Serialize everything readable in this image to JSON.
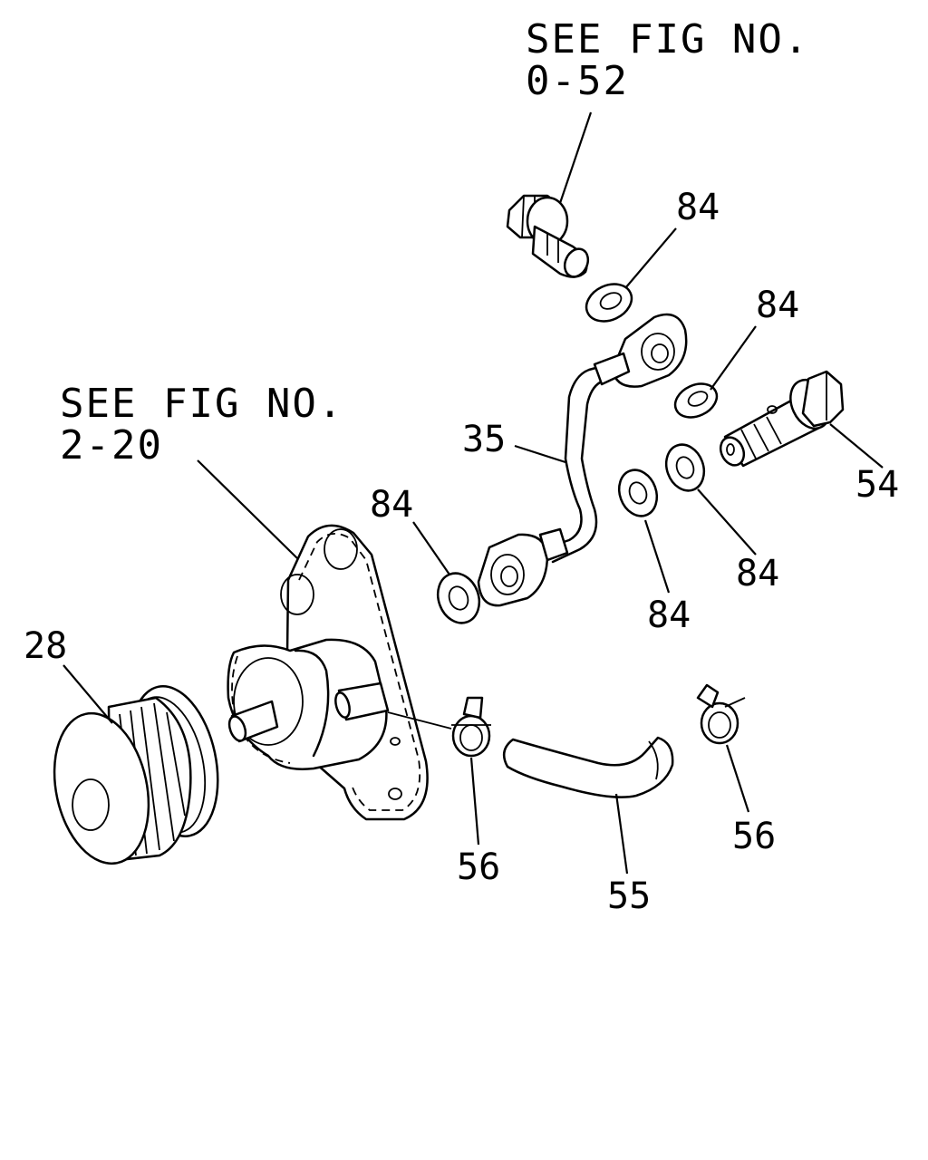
{
  "references": {
    "top": {
      "line1": "SEE FIG NO.",
      "line2": "0-52"
    },
    "left": {
      "line1": "SEE FIG NO.",
      "line2": "2-20"
    }
  },
  "callouts": [
    "84",
    "84",
    "35",
    "84",
    "54",
    "84",
    "84",
    "28",
    "56",
    "55",
    "56"
  ]
}
